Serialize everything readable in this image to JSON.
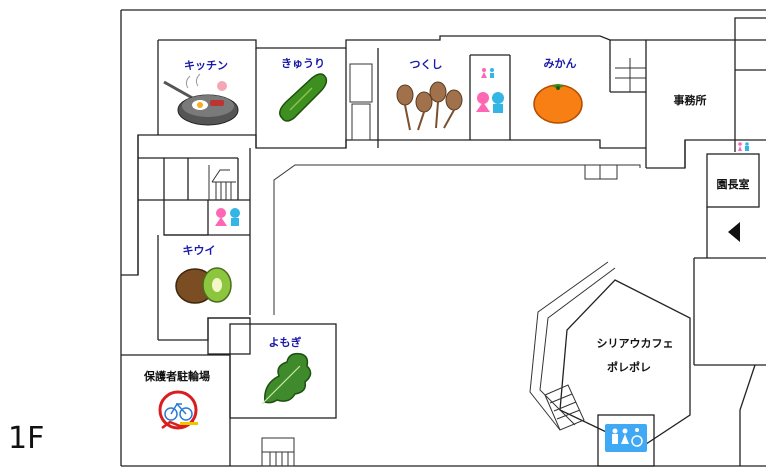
{
  "floor": "1F",
  "rooms": {
    "kitchen": "キッチン",
    "cucumber": "きゅうり",
    "horsetail": "つくし",
    "mandarin": "みかん",
    "office": "事務所",
    "principal": "園長室",
    "kiwi": "キウイ",
    "mugwort": "よもぎ",
    "bicycle_parking": "保護者駐輪場",
    "cafe_line1": "シリアウカフェ",
    "cafe_line2": "ポレポレ"
  },
  "icons": {
    "restroom": "restroom-icon",
    "accessible_restroom": "accessible-restroom-icon",
    "bicycle": "bicycle-parking-icon",
    "entrance": "entrance-arrow-icon"
  },
  "colors": {
    "label_blue": "#1a1aa8",
    "restroom_female": "#ff66b3",
    "restroom_male": "#33b5e5",
    "accessible_bg": "#3fa9f5",
    "bicycle_red": "#d81e1e"
  }
}
